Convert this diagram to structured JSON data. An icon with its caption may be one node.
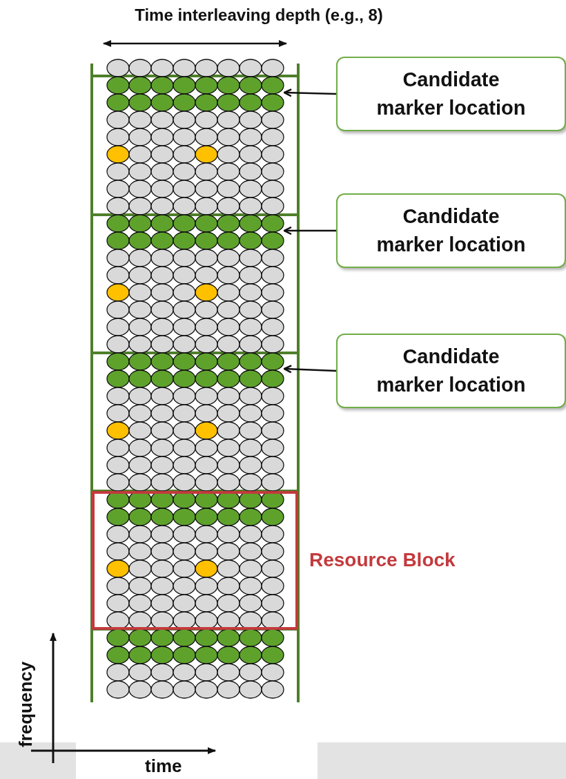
{
  "diagram": {
    "title": "Time interleaving depth (e.g., 8)",
    "nodes": [
      {
        "text": [
          "Candidate marker location"
        ]
      },
      {
        "text": [
          "Candidate marker location"
        ]
      },
      {
        "text": [
          "Candidate marker location"
        ]
      },
      {
        "text": [],
        "shape": "picture"
      },
      {
        "text": [],
        "shape": "box",
        "beside": [
          "Resource Block"
        ]
      }
    ],
    "edges": [
      {
        "from": 0,
        "to": 3,
        "arrow": "to"
      },
      {
        "from": 1,
        "to": 3,
        "arrow": "to"
      },
      {
        "from": 2,
        "to": 3,
        "arrow": "to"
      }
    ],
    "labels": [
      "frequency",
      "time"
    ]
  }
}
